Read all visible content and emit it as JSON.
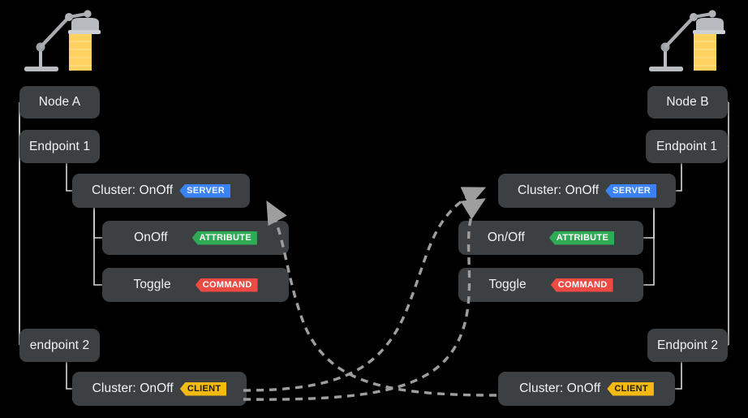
{
  "diagram": {
    "title": "Matter Node Binding Diagram",
    "background": "#000000",
    "node_fill": "#3c4043",
    "text_color": "#f1f3f4",
    "connector_color": "#d7d7d7",
    "binding_color": "#a8a8a8"
  },
  "badge_colors": {
    "server": "#3b82f6",
    "client": "#f5ba12",
    "attribute": "#2faa55",
    "command": "#ee4a44"
  },
  "icons": {
    "lamp_left": "desk-lamp-icon",
    "lamp_right": "desk-lamp-icon"
  },
  "left": {
    "lamp_label": "desk-lamp-icon",
    "node": "Node A",
    "endpoint1": "Endpoint 1",
    "cluster_server": {
      "label": "Cluster: OnOff",
      "badge": "SERVER"
    },
    "attribute": {
      "label": "OnOff",
      "badge": "ATTRIBUTE"
    },
    "command": {
      "label": "Toggle",
      "badge": "COMMAND"
    },
    "endpoint2": "endpoint 2",
    "cluster_client": {
      "label": "Cluster: OnOff",
      "badge": "CLIENT"
    }
  },
  "right": {
    "lamp_label": "desk-lamp-icon",
    "node": "Node B",
    "endpoint1": "Endpoint 1",
    "cluster_server": {
      "label": "Cluster: OnOff",
      "badge": "SERVER"
    },
    "attribute": {
      "label": "On/Off",
      "badge": "ATTRIBUTE"
    },
    "command": {
      "label": "Toggle",
      "badge": "COMMAND"
    },
    "endpoint2": "Endpoint 2",
    "cluster_client": {
      "label": "Cluster: OnOff",
      "badge": "CLIENT"
    }
  },
  "bindings": [
    {
      "name": "binding-right-client-to-left-server",
      "from": "right.cluster_client",
      "to": "left.cluster_server"
    },
    {
      "name": "binding-left-client-to-right-server-upper",
      "from": "left.cluster_client",
      "to": "right.cluster_server"
    },
    {
      "name": "binding-left-client-to-right-server-lower",
      "from": "left.cluster_client",
      "to": "right.cluster_server"
    }
  ]
}
